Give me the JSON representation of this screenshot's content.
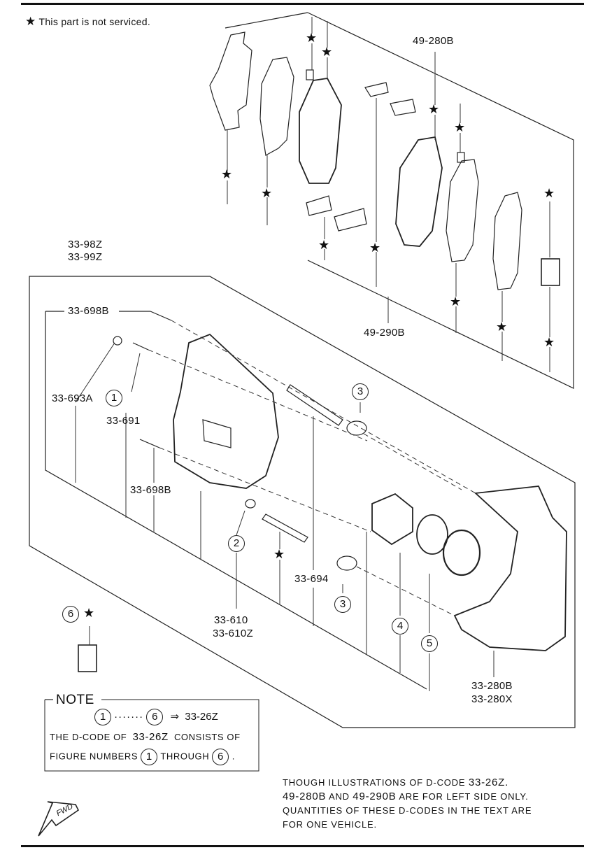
{
  "legend": {
    "star_symbol": "★",
    "text": "This part is not serviced."
  },
  "labels": {
    "pad_kit_top": "49-280B",
    "pad_kit_bottom": "49-290B",
    "caliper_l1": "33-98Z",
    "caliper_l2": "33-99Z",
    "bolt_top": "33-698B",
    "cap": "33-693A",
    "bleeder": "33-691",
    "bolt_bottom": "33-698B",
    "pin_boot": "33-694",
    "piston_kit_1": "33-610",
    "piston_kit_2": "33-610Z",
    "bracket_1": "33-280B",
    "bracket_2": "33-280X"
  },
  "callouts": {
    "c1": "1",
    "c2": "2",
    "c3": "3",
    "c4": "4",
    "c5": "5",
    "c6": "6"
  },
  "note": {
    "title": "NOTE",
    "range_from": "1",
    "range_to": "6",
    "arrow": "⇒",
    "result": "33-26Z",
    "line2_a": "THE D-CODE OF",
    "line2_code": "33-26Z",
    "line2_b": "CONSISTS OF",
    "line3_a": "FIGURE NUMBERS",
    "line3_b": "THROUGH",
    "line3_end": "."
  },
  "info": {
    "l1_a": "THOUGH ILLUSTRATIONS OF D-CODE",
    "l1_code": "33-26Z.",
    "l2_code1": "49-280B",
    "l2_mid": "AND",
    "l2_code2": "49-290B",
    "l2_b": "ARE FOR LEFT SIDE ONLY.",
    "l3": "QUANTITIES OF THESE D-CODES IN THE TEXT ARE",
    "l4": "FOR ONE VEHICLE."
  },
  "fwd_label": "FWD"
}
